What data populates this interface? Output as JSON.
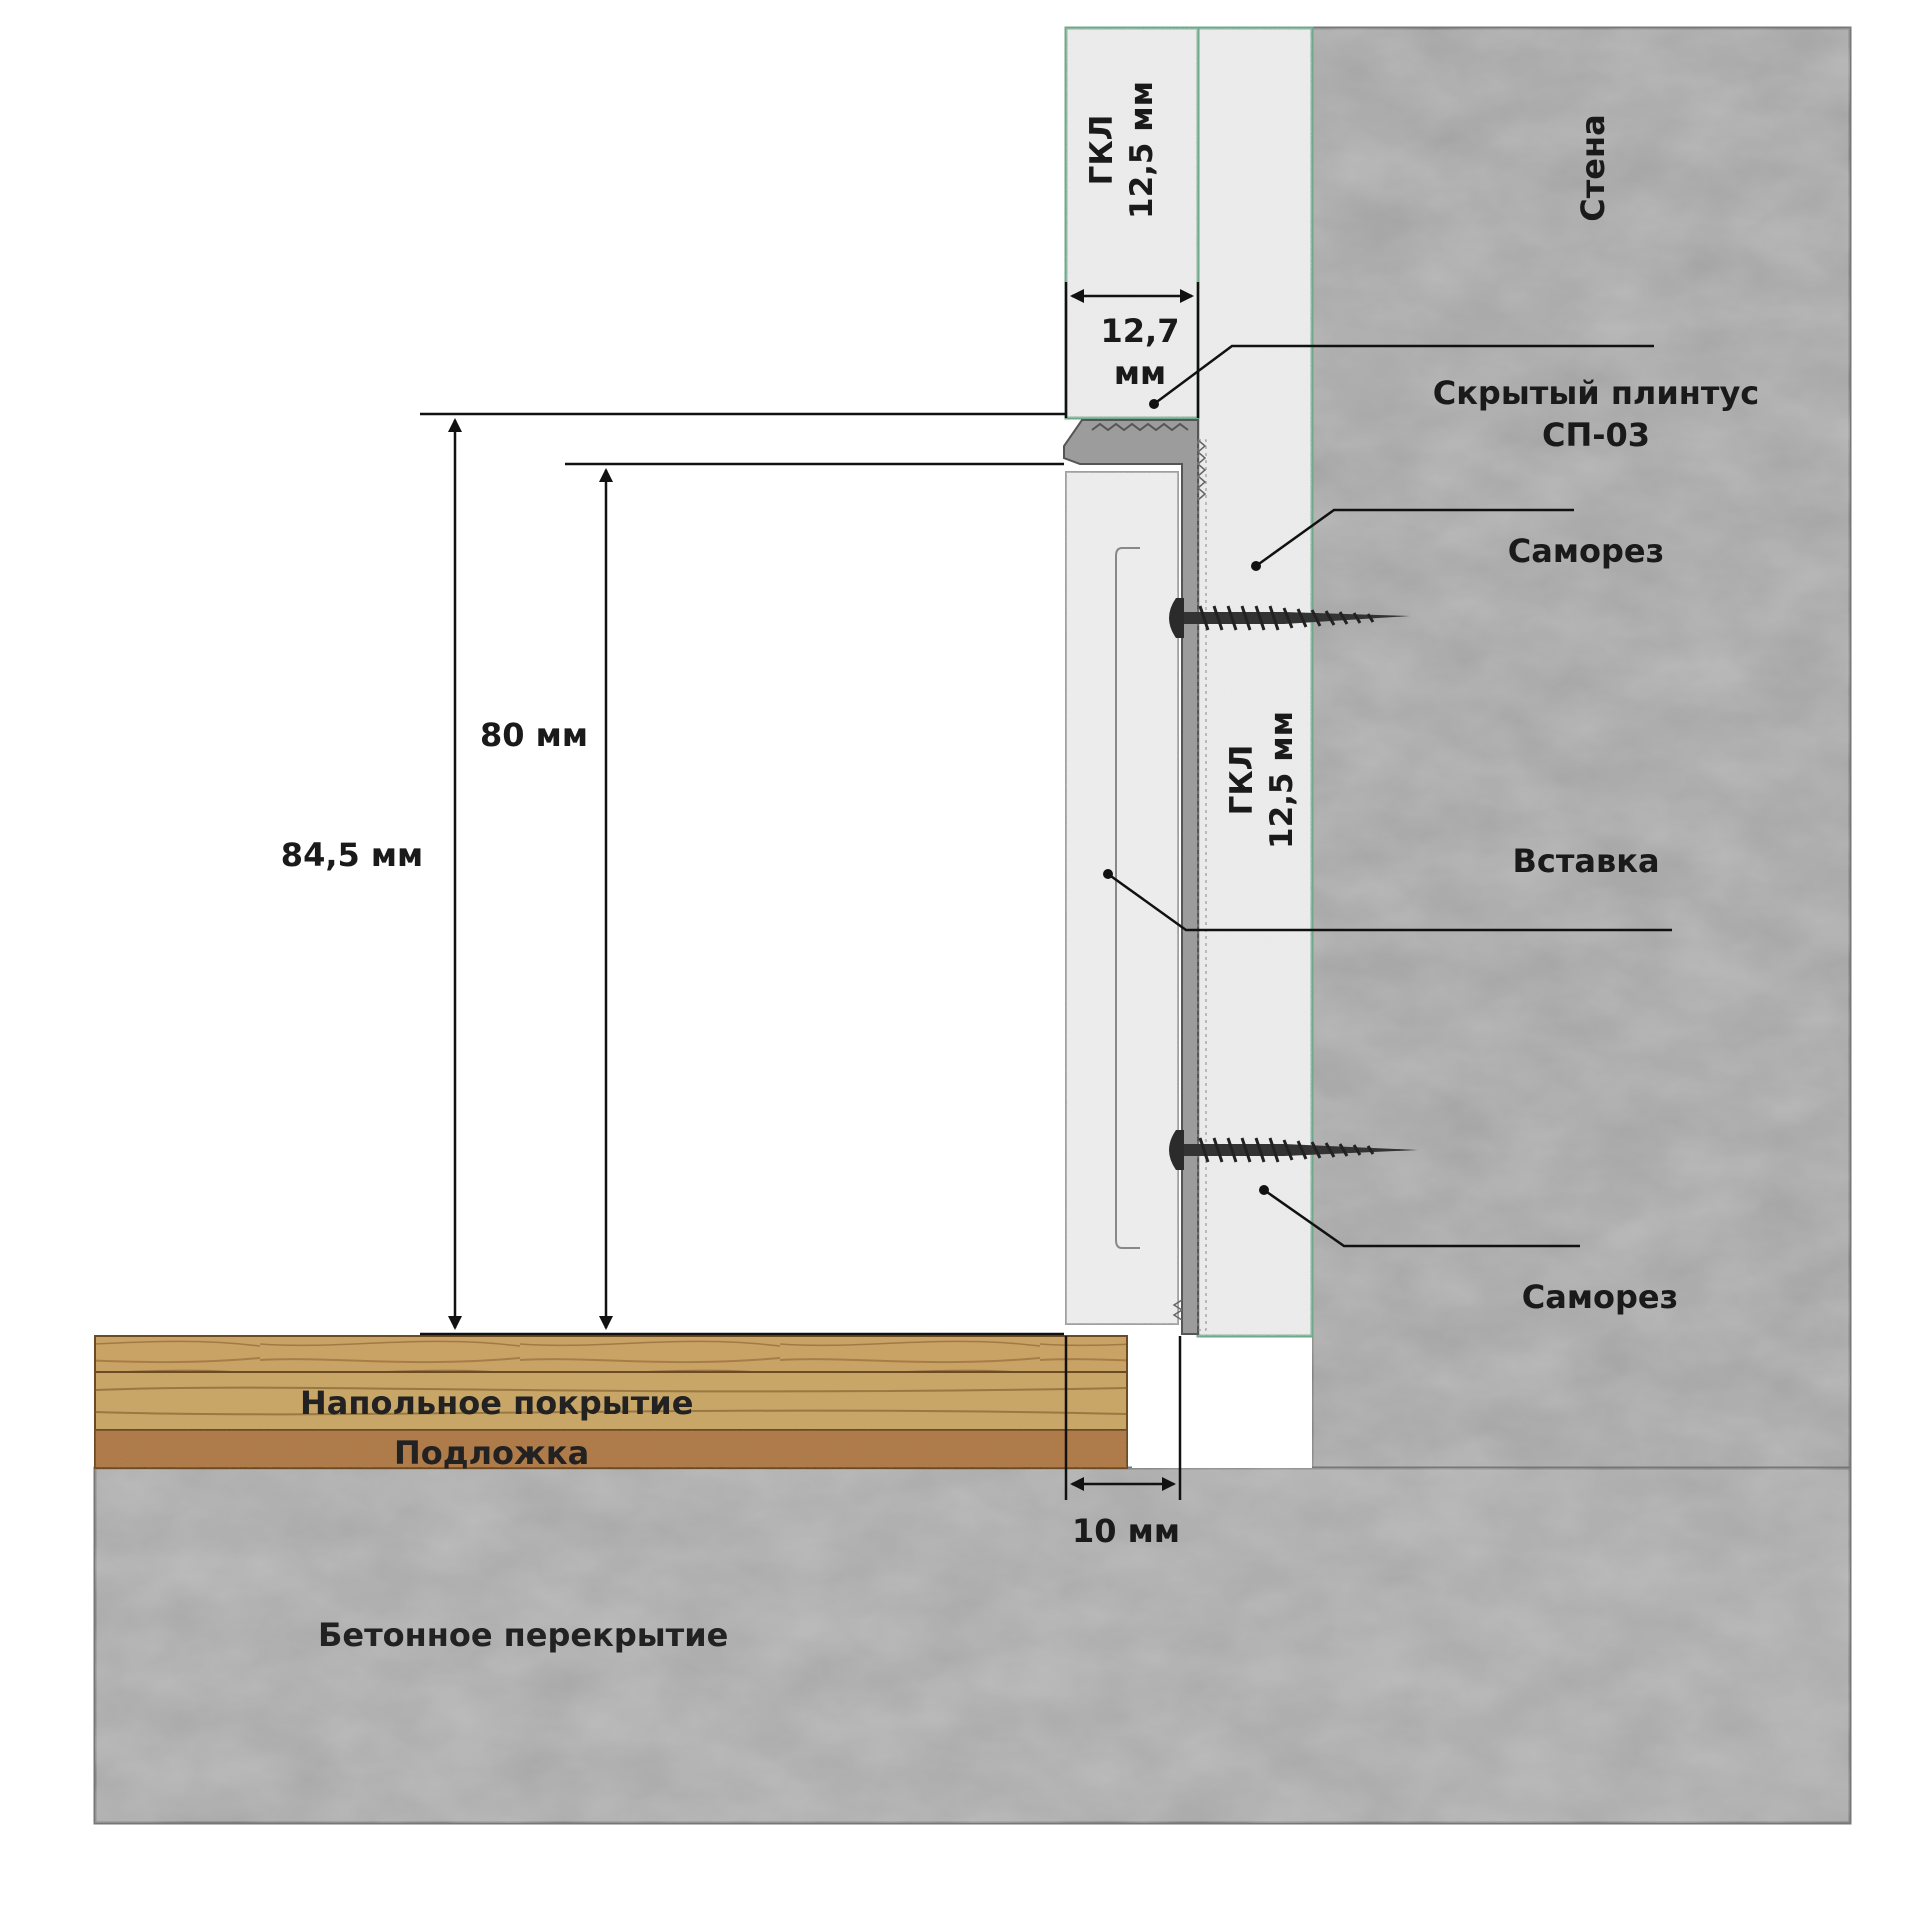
{
  "labels": {
    "wall": "Стена",
    "gkl_top_line1": "ГКЛ",
    "gkl_top_line2": "12,5 мм",
    "gkl_mid_line1": "ГКЛ",
    "gkl_mid_line2": "12,5 мм",
    "width_value": "12,7",
    "width_unit": "мм",
    "plinth_line1": "Скрытый плинтус",
    "plinth_line2": "СП-03",
    "screw_top": "Саморез",
    "insert": "Вставка",
    "screw_bottom": "Саморез",
    "height_80": "80 мм",
    "height_845": "84,5 мм",
    "flooring": "Напольное покрытие",
    "underlay": "Подложка",
    "gap_10": "10 мм",
    "slab": "Бетонное перекрытие"
  },
  "colors": {
    "concrete": "#a6a6a6",
    "gypsum": "#eeeeee",
    "gkl_border": "#6fa88a",
    "wood": "#c89a58",
    "cork": "#b27a48",
    "profile": "#9a9a9a",
    "screw": "#2b2b2b"
  }
}
